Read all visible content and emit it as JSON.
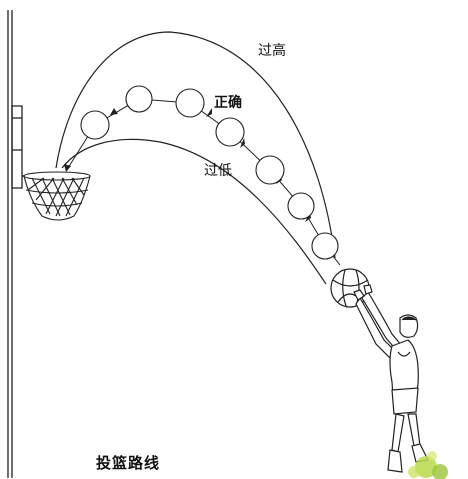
{
  "labels": {
    "too_high": "过高",
    "correct": "正确",
    "too_low": "过低"
  },
  "caption": "投篮路线",
  "trajectory_ball_count": 8
}
